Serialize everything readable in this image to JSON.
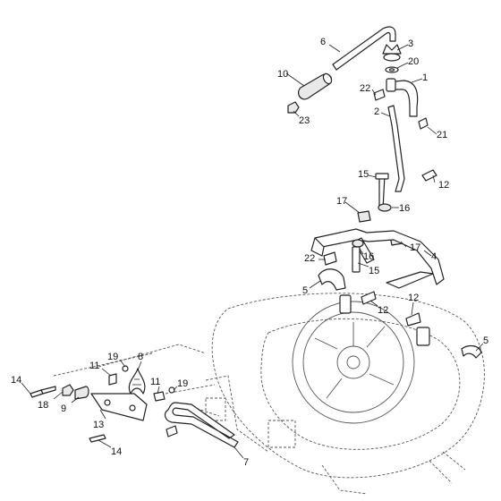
{
  "callouts": [
    "1",
    "2",
    "3",
    "4",
    "5",
    "5",
    "6",
    "7",
    "8",
    "9",
    "10",
    "11",
    "11",
    "12",
    "12",
    "12",
    "13",
    "14",
    "14",
    "15",
    "15",
    "16",
    "16",
    "17",
    "17",
    "18",
    "19",
    "19",
    "20",
    "21",
    "22",
    "22",
    "23"
  ],
  "icons": {
    "deck": "mower-deck-outline",
    "handle": "handle-bar"
  }
}
